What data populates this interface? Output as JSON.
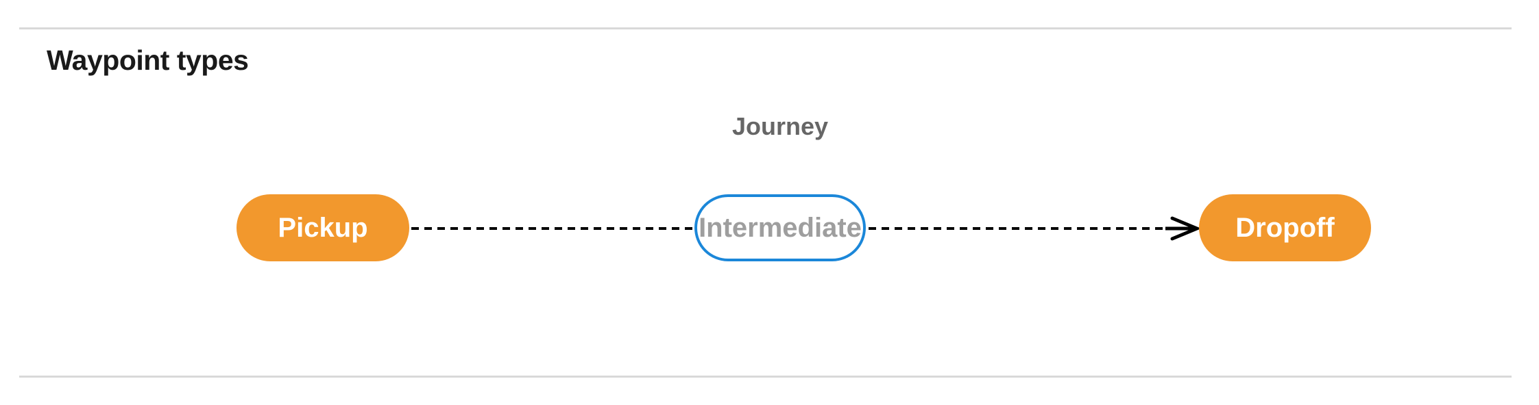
{
  "page": {
    "heading": "Waypoint types"
  },
  "diagram": {
    "title": "Journey",
    "nodes": [
      {
        "id": "pickup",
        "label": "Pickup",
        "shape": "pill",
        "fill": "#F2982D",
        "text_color": "#FFFFFF"
      },
      {
        "id": "intermediate",
        "label": "Intermediate",
        "shape": "pill",
        "fill": "#FFFFFF",
        "border_color": "#1B87D9",
        "text_color": "#9E9E9E"
      },
      {
        "id": "dropoff",
        "label": "Dropoff",
        "shape": "pill",
        "fill": "#F2982D",
        "text_color": "#FFFFFF"
      }
    ],
    "edges": [
      {
        "from": "pickup",
        "to": "intermediate",
        "style": "dashed",
        "color": "#000000",
        "arrowhead": false
      },
      {
        "from": "intermediate",
        "to": "dropoff",
        "style": "dashed",
        "color": "#000000",
        "arrowhead": true
      }
    ],
    "colors": {
      "accent_orange": "#F2982D",
      "accent_blue": "#1B87D9",
      "title_gray": "#666666",
      "intermediate_text_gray": "#9E9E9E",
      "edge_black": "#000000",
      "divider_gray": "#D9D9D9",
      "heading_text": "#1A1A1A"
    }
  }
}
